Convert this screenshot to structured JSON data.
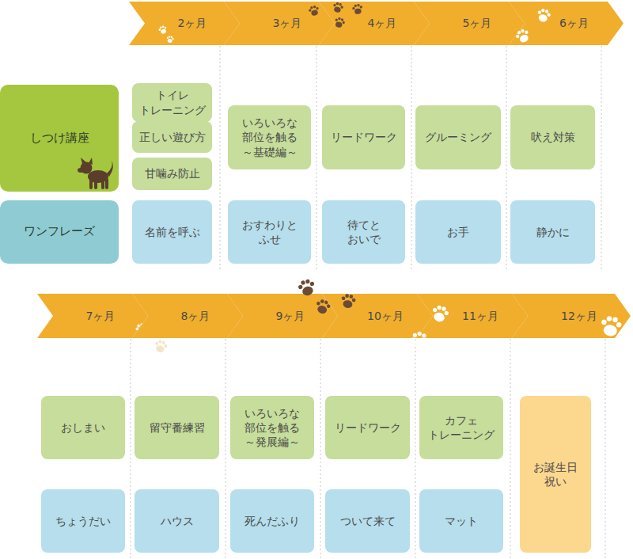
{
  "diagram": {
    "nodes": [
      {
        "text": [
          "2ヶ月"
        ]
      },
      {
        "text": [
          "3ヶ月"
        ]
      },
      {
        "text": [
          "4ヶ月"
        ]
      },
      {
        "text": [
          "5ヶ月"
        ]
      },
      {
        "text": [
          "6ヶ月"
        ]
      },
      {
        "text": [
          "しつけ講座"
        ]
      },
      {
        "text": [
          "トイレ トレーニング"
        ]
      },
      {
        "text": [
          "正しい遊び方"
        ]
      },
      {
        "text": [
          "甘噛み防止"
        ]
      },
      {
        "text": [
          "いろいろな 部位を触る ～基礎編～"
        ]
      },
      {
        "text": [
          "リードワーク"
        ]
      },
      {
        "text": [
          "グルーミング"
        ]
      },
      {
        "text": [
          "吠え対策"
        ]
      },
      {
        "text": [
          "ワンフレーズ"
        ]
      },
      {
        "text": [
          "名前を呼ぶ"
        ]
      },
      {
        "text": [
          "おすわりと ふせ"
        ]
      },
      {
        "text": [
          "待てと おいで"
        ]
      },
      {
        "text": [
          "お手"
        ]
      },
      {
        "text": [
          "静かに"
        ]
      },
      {
        "text": [
          "7ヶ月"
        ]
      },
      {
        "text": [
          "8ヶ月"
        ]
      },
      {
        "text": [
          "9ヶ月"
        ]
      },
      {
        "text": [
          "10ヶ月"
        ]
      },
      {
        "text": [
          "11ヶ月"
        ]
      },
      {
        "text": [
          "12ヶ月"
        ]
      },
      {
        "text": [
          "おしまい"
        ]
      },
      {
        "text": [
          "留守番練習"
        ]
      },
      {
        "text": [
          "いろいろな 部位を触る ～発展編～"
        ]
      },
      {
        "text": [
          "リードワーク"
        ]
      },
      {
        "text": [
          "カフェ トレーニング"
        ]
      },
      {
        "text": [
          "お誕生日 祝い"
        ]
      },
      {
        "text": [
          "ちょうだい"
        ]
      },
      {
        "text": [
          "ハウス"
        ]
      },
      {
        "text": [
          "死んだふり"
        ]
      },
      {
        "text": [
          "ついて来て"
        ]
      },
      {
        "text": [
          "マット"
        ]
      }
    ]
  }
}
